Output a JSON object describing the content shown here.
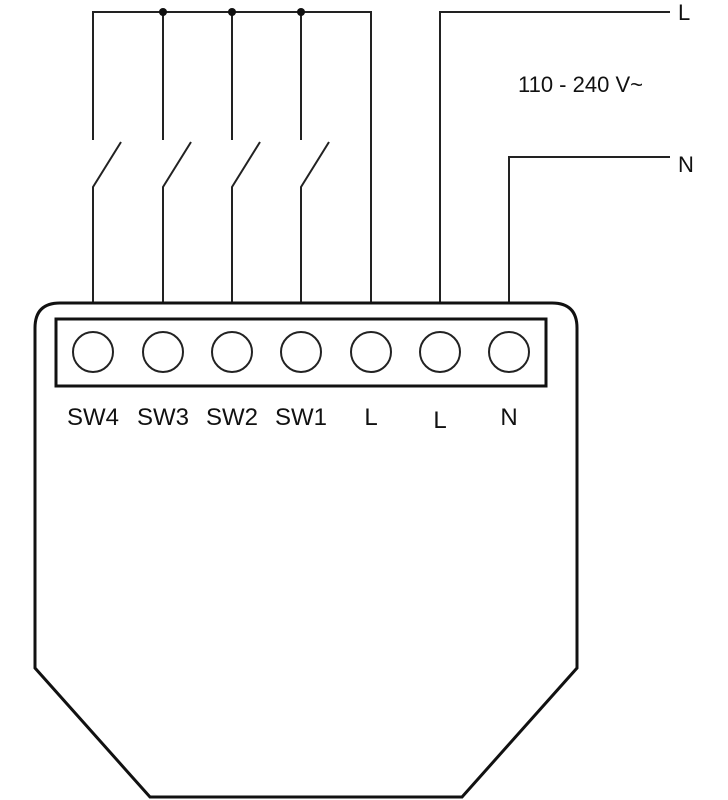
{
  "supply": {
    "line_label": "L",
    "neutral_label": "N",
    "voltage": "110 - 240 V~"
  },
  "terminals": [
    {
      "label": "SW4"
    },
    {
      "label": "SW3"
    },
    {
      "label": "SW2"
    },
    {
      "label": "SW1"
    },
    {
      "label": "L"
    },
    {
      "label": "L"
    },
    {
      "label": "N"
    }
  ],
  "switches": [
    "SW4",
    "SW3",
    "SW2",
    "SW1"
  ],
  "colors": {
    "line": "#222222",
    "background": "#ffffff"
  }
}
